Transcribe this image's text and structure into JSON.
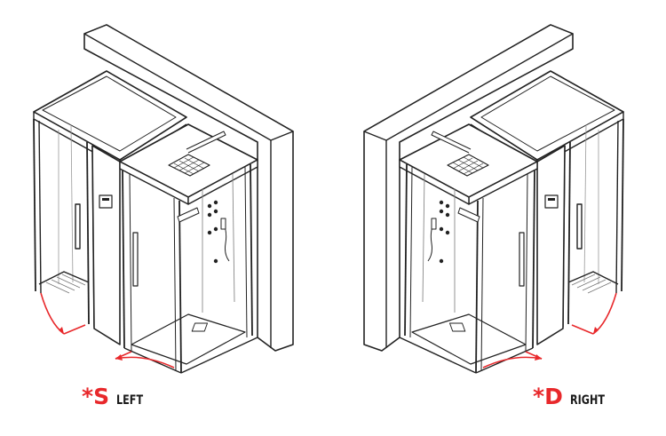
{
  "variants": [
    {
      "code": "*S",
      "side": "LEFT"
    },
    {
      "code": "*D",
      "side": "RIGHT"
    }
  ],
  "colors": {
    "line": "#222222",
    "accent": "#e8282b",
    "wall_fill": "#ffffff"
  }
}
